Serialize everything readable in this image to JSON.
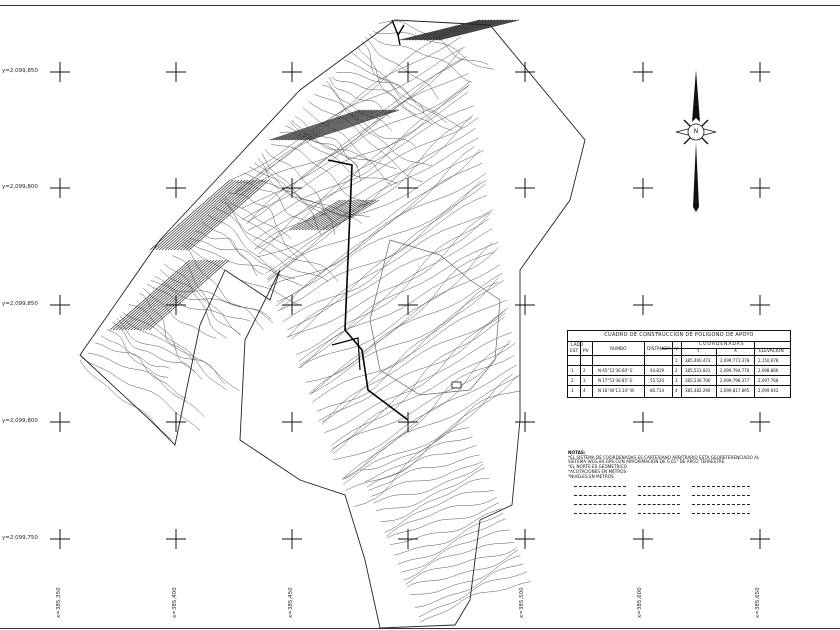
{
  "grid": {
    "y_labels": [
      "y=2,099,850",
      "y=2,099,800",
      "y=2,099,850",
      "y=2,099,800",
      "y=2,099,750"
    ],
    "x_labels": [
      "x=385,350",
      "x=385,400",
      "x=385,450",
      "x=385,500",
      "x=385,600",
      "x=385,650"
    ]
  },
  "north_arrow": {
    "label": "N"
  },
  "construction_table": {
    "title": "CUADRO DE CONSTRUCCION DE POLIGONO DE APOYO",
    "headers": {
      "lado": "LADO",
      "est": "EST",
      "pv": "PV",
      "rumbo": "RUMBO",
      "distancia": "DISTANCIA",
      "v": "V",
      "coordenadas": "COORDENADAS",
      "y": "Y",
      "x": "X",
      "elevacion": "ELEVACION"
    },
    "rows": [
      {
        "est": "",
        "pv": "",
        "rumbo": "",
        "distancia": "",
        "v": "1",
        "y": "385,460.473",
        "x": "2,099,771.378",
        "z": "2,150.678"
      },
      {
        "est": "1",
        "pv": "2",
        "rumbo": "N 45°12'36.60\" E",
        "distancia": "44.819",
        "v": "2",
        "y": "385,523.823",
        "x": "2,099,794.776",
        "z": "2,098.866"
      },
      {
        "est": "2",
        "pv": "3",
        "rumbo": "N 17°53'38.85\" E",
        "distancia": "55.520",
        "v": "3",
        "y": "385,536.700",
        "x": "2,099,798.377",
        "z": "2,097.768"
      },
      {
        "est": "3",
        "pv": "4",
        "rumbo": "N 16°40'13.14\" W",
        "distancia": "86.714",
        "v": "4",
        "y": "385,482.290",
        "x": "2,099,817.895",
        "z": "2,099.042"
      }
    ]
  },
  "notes": {
    "title": "NOTAS:",
    "lines": [
      "*EL SISTEMA DE COORDENADAS ES CARTESIANO ARBITRARIO ESTA GEOREFERENCIADO AL",
      " SISTEMA WGS 84 GPS CON APROXIMACION DE 0.01\" DE ARCO TERRESTRE",
      "*EL NORTE ES GEOMETRICO",
      "*ACOTACIONES EN METROS",
      "*NIVELES EN METROS"
    ]
  },
  "colors": {
    "ink": "#111111",
    "background": "#ffffff",
    "contour": "#555555"
  }
}
